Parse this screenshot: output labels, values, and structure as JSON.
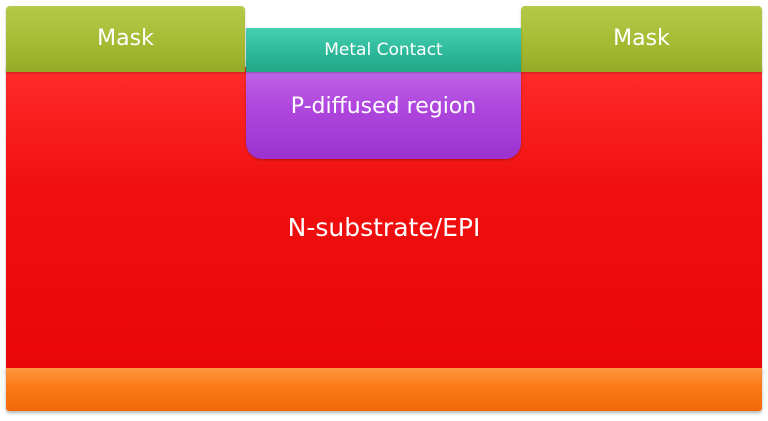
{
  "layers": {
    "mask_left": "Mask",
    "mask_right": "Mask",
    "metal_contact": "Metal Contact",
    "p_region": "P-diffused region",
    "substrate": "N-substrate/EPI"
  },
  "colors": {
    "mask": "#a6bb33",
    "metal_contact": "#2bb797",
    "p_region": "#b048df",
    "substrate": "#f01010",
    "bottom_layer": "#fb7a16"
  }
}
